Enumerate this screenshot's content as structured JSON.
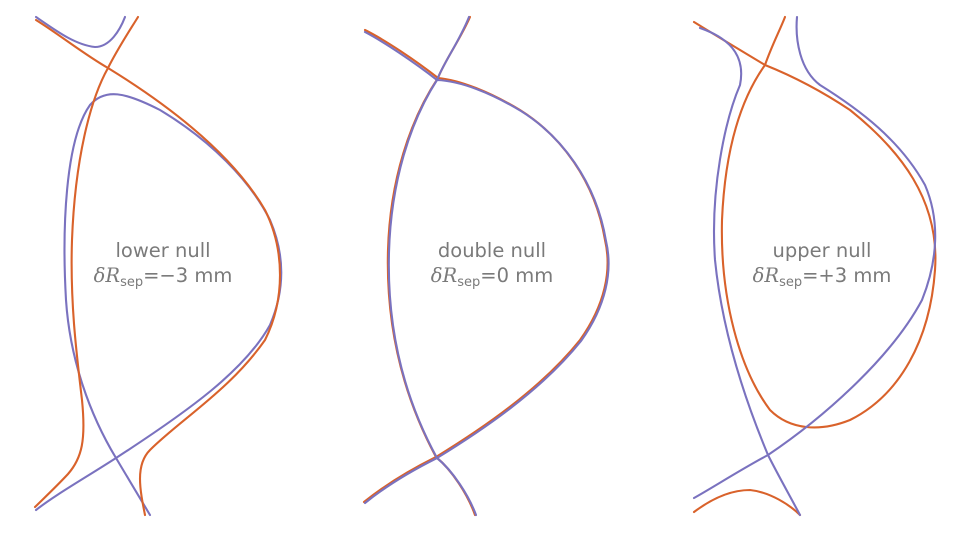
{
  "colors": {
    "series_a": "#d9622b",
    "series_b": "#7a72bf",
    "label_text": "#7a7a7a"
  },
  "panels": [
    {
      "id": "lower",
      "title": "lower null",
      "symbol": "δR",
      "subscript": "sep",
      "value_text": "=−3 mm"
    },
    {
      "id": "double",
      "title": "double null",
      "symbol": "δR",
      "subscript": "sep",
      "value_text": "=0 mm"
    },
    {
      "id": "upper",
      "title": "upper null",
      "symbol": "δR",
      "subscript": "sep",
      "value_text": "=+3 mm"
    }
  ]
}
